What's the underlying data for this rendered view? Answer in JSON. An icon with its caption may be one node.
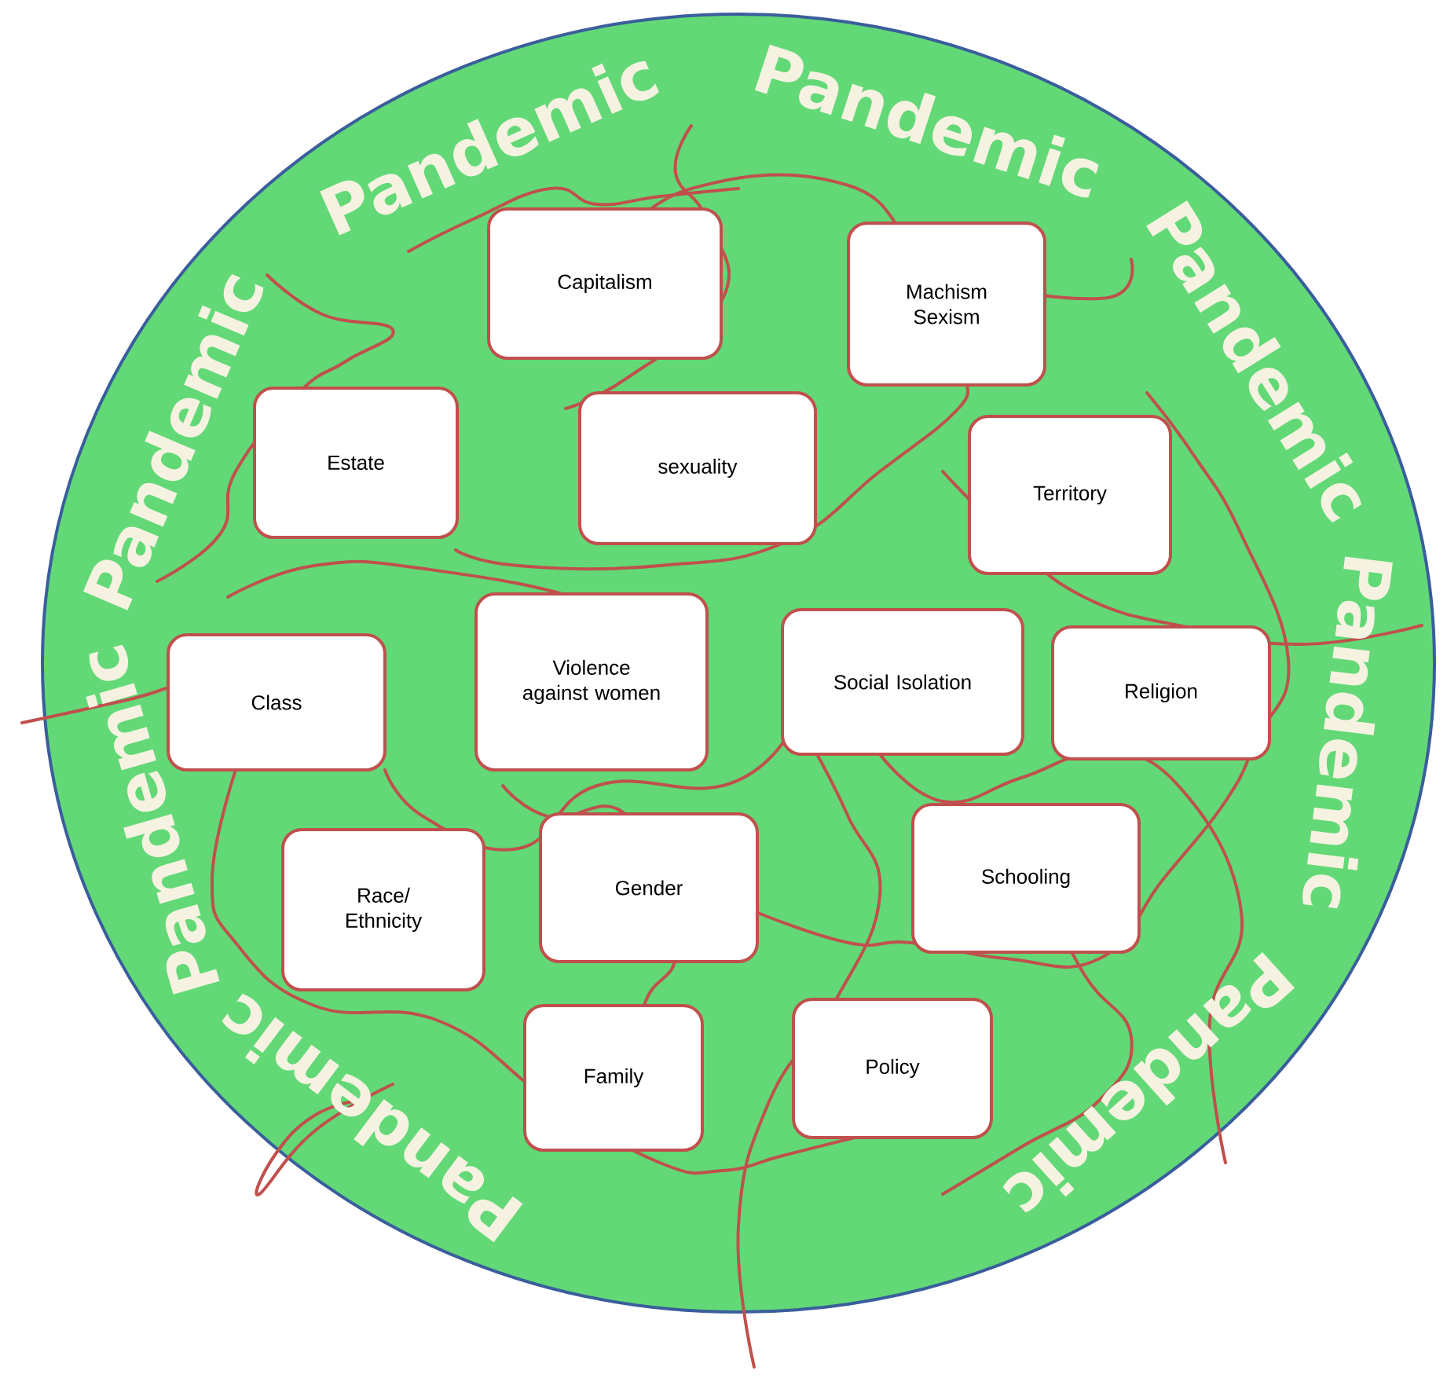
{
  "diagram": {
    "nodes": [
      {
        "text": [
          "Pandemic",
          "Pandemic",
          "Pandemic",
          "Pandemic",
          "Pandemic",
          "Pandemic",
          "Pandemic",
          "Pandemic"
        ]
      },
      {
        "text": [
          "Capitalism"
        ],
        "in": 0
      },
      {
        "text": [
          "Machism Sexism"
        ],
        "in": 0
      },
      {
        "text": [
          "Estate"
        ],
        "in": 0
      },
      {
        "text": [
          "sexuality"
        ],
        "in": 0
      },
      {
        "text": [
          "Territory"
        ],
        "in": 0
      },
      {
        "text": [
          "Class"
        ],
        "in": 0
      },
      {
        "text": [
          "Violence against women"
        ],
        "in": 0
      },
      {
        "text": [
          "Social Isolation"
        ],
        "in": 0
      },
      {
        "text": [
          "Religion"
        ],
        "in": 0
      },
      {
        "text": [
          "Race/ Ethnicity"
        ],
        "in": 0
      },
      {
        "text": [
          "Gender"
        ],
        "in": 0
      },
      {
        "text": [
          "Schooling"
        ],
        "in": 0
      },
      {
        "text": [
          "Family"
        ],
        "in": 0
      },
      {
        "text": [
          "Policy"
        ],
        "in": 0
      }
    ]
  }
}
